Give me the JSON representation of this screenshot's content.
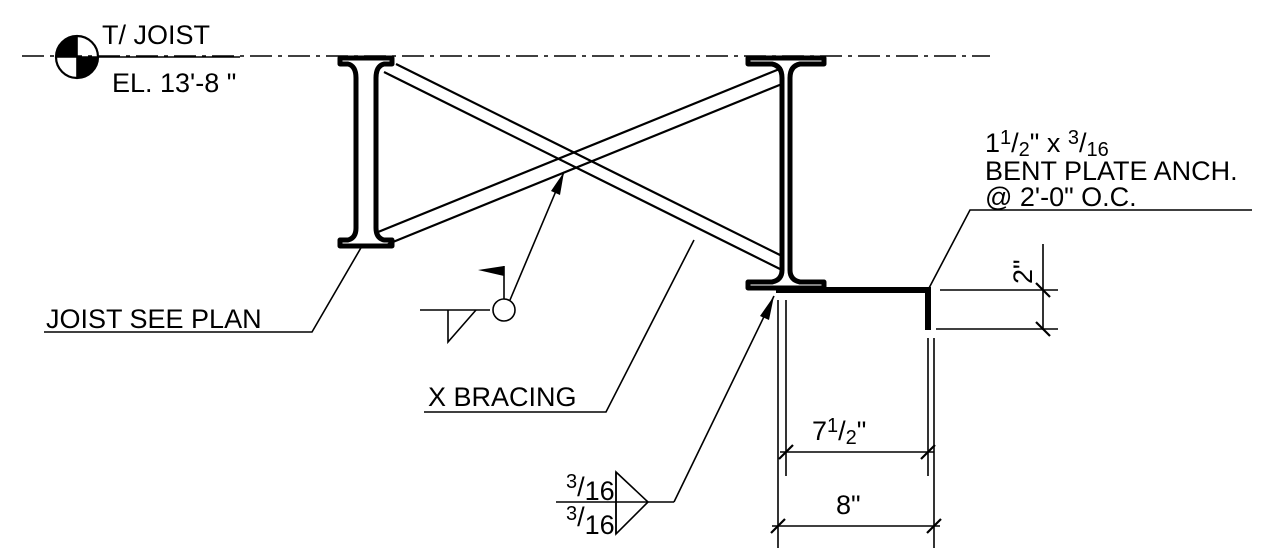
{
  "elevation_marker": {
    "line1": "T/ JOIST",
    "line2": "EL. 13'-8  \""
  },
  "plate_note": {
    "size_whole": "1",
    "size_num": "1",
    "size_den": "2",
    "size_rest": "\" x ",
    "thick_num": "3",
    "thick_den": "16",
    "line2": "BENT PLATE ANCH.",
    "line3": "@ 2'-0\" O.C."
  },
  "labels": {
    "joist": "JOIST SEE PLAN",
    "bracing": "X BRACING"
  },
  "dimensions": {
    "height": "2\"",
    "inner_whole": "7",
    "inner_num": "1",
    "inner_den": "2",
    "inner_unit": "\"",
    "outer": "8\""
  },
  "weld_symbol": {
    "top_num": "3",
    "top_den": "16",
    "bottom_num": "3",
    "bottom_den": "16"
  }
}
